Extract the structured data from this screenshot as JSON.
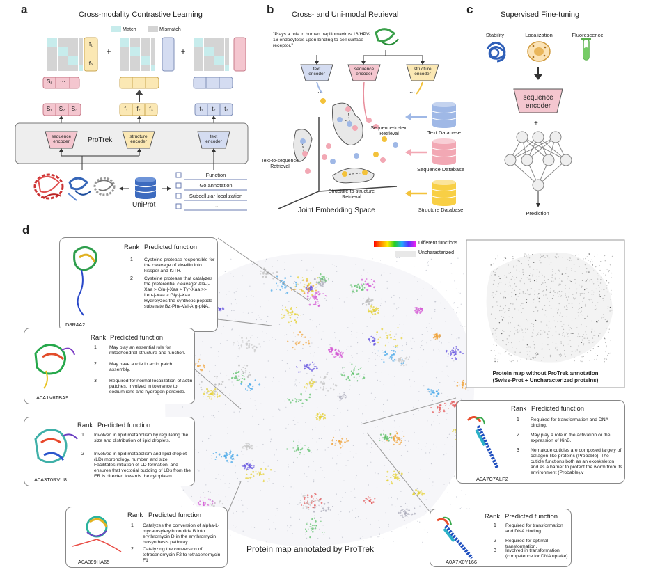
{
  "panels": {
    "a": {
      "label": "a",
      "title": "Cross-modality Contrastive Learning",
      "legend_match": "Match",
      "legend_mismatch": "Mismatch",
      "model_name": "ProTrek",
      "seq_encoder": [
        "sequence",
        "encoder"
      ],
      "struct_encoder": [
        "structure",
        "encoder"
      ],
      "text_encoder": [
        "text",
        "encoder"
      ],
      "seq_tokens": [
        "S₁",
        "S₂",
        "S₃"
      ],
      "struct_tokens": [
        "f₁",
        "f₂",
        "f₃"
      ],
      "text_tokens": [
        "t₁",
        "t₂",
        "t₃"
      ],
      "seq_row": [
        "S₁",
        "···"
      ],
      "f_col": [
        "f₁",
        "⋮",
        "fₙ"
      ],
      "plus": "+",
      "database": "UniProt",
      "annotations": [
        "Function",
        "Go annotation",
        "Subcellular localization",
        "···"
      ]
    },
    "b": {
      "label": "b",
      "title": "Cross- and Uni-modal Retrieval",
      "query": "\"Plays a role in human papillomavirus 16/HPV-16 endocytosis upon binding to cell surface receptor.\"",
      "text_encoder": [
        "text",
        "encoder"
      ],
      "seq_encoder": [
        "sequence",
        "encoder"
      ],
      "struct_encoder": [
        "structure",
        "encoder"
      ],
      "ellipsis": "···",
      "retrievals": {
        "seq_to_text": [
          "Sequence-to-text",
          "Retrieval"
        ],
        "text_to_seq": [
          "Text-to-sequence",
          "Retrieval"
        ],
        "struct_to_struct": [
          "Structure-to-structure",
          "Retrieval"
        ]
      },
      "space": "Joint Embedding Space",
      "databases": [
        "Text Database",
        "Sequence Database",
        "Structure Database"
      ]
    },
    "c": {
      "label": "c",
      "title": "Supervised Fine-tuning",
      "tasks": [
        "Stability",
        "Localization",
        "Fluorescence"
      ],
      "encoder": [
        "sequence",
        "encoder"
      ],
      "plus": "+",
      "output": "Prediction"
    },
    "d": {
      "label": "d",
      "legend_colored": "Different functions",
      "legend_gray": "Uncharacterized",
      "main_caption": "Protein  map annotated by ProTrek",
      "inset_caption": [
        "Protein  map without ProTrek annotation",
        "(Swiss-Prot + Uncharacterized proteins)"
      ],
      "rank_label": "Rank",
      "pred_label": "Predicted function",
      "cards": [
        {
          "id": "D8R4A2",
          "rows": [
            {
              "rank": "1",
              "text": "Cysteine protease responsible for the cleavage of kiwellin into kissper and KiTH."
            },
            {
              "rank": "2",
              "text": "Cysteine protease that catalyzes the preferential cleavage: Ala-|-Xaa > Gln-|-Xaa > Tyr-Xaa >> Leu-|-Xaa > Gly-|-Xaa. Hydrolyzes the synthetic peptide substrate Bz-Phe-Val-Arg-pNA."
            }
          ]
        },
        {
          "id": "A0A1V6TBA9",
          "rows": [
            {
              "rank": "1",
              "text": "May play an essential role for mitochondrial structure and function."
            },
            {
              "rank": "2",
              "text": "May have a role in actin patch assembly."
            },
            {
              "rank": "3",
              "text": "Required for normal localization of actin patches. Involved in tolerance to sodium ions and hydrogen peroxide."
            }
          ]
        },
        {
          "id": "A0A3T0RVU8",
          "rows": [
            {
              "rank": "1",
              "text": "Involved in lipid metabolism by regulating the size and distribution of lipid droplets."
            },
            {
              "rank": "2",
              "text": "Involved in lipid metabolism and lipid droplet (LD) morphology, number, and size. Facilitates initiation of LD formation, and ensures that vectorial budding of LDs from the ER is directed towards the cytoplasm."
            }
          ]
        },
        {
          "id": "A0A399HA65",
          "rows": [
            {
              "rank": "1",
              "text": "Catalyzes the conversion of alpha-L-mycarosylerythronolide B into erythromycin D in the erythromycin biosynthesis pathway."
            },
            {
              "rank": "2",
              "text": "Catalyzing the conversion of tetracenomycin F2 to tetracenomycin F1"
            }
          ]
        },
        {
          "id": "A0A7C7ALF2",
          "rows": [
            {
              "rank": "1",
              "text": "Required for transformation and DNA binding."
            },
            {
              "rank": "2",
              "text": "May play a role in the activation or the expression of KinB."
            },
            {
              "rank": "3",
              "text": "Nematode cuticles are composed largely of collagen-like proteins (Probable). The cuticle functions both as an exoskeleton and as a barrier to protect the worm from its environment (Probable).v"
            }
          ]
        },
        {
          "id": "A0A7X0Y166",
          "rows": [
            {
              "rank": "1",
              "text": "Required for transformation and DNA binding."
            },
            {
              "rank": "2",
              "text": "Required for optimal transformation."
            },
            {
              "rank": "3",
              "text": "Involved in transformation (competence for DNA uptake)."
            }
          ]
        }
      ]
    }
  },
  "colors": {
    "seq": "#f4c6cf",
    "seq_border": "#c77b8a",
    "struct": "#fbe8b4",
    "struct_border": "#c9a650",
    "text": "#d4dcf1",
    "text_border": "#7f8fb8",
    "match": "#c7ecec",
    "mismatch": "#d4d4d4",
    "db_blue": "#9fb8e6",
    "db_pink": "#f2a8b4",
    "db_yellow": "#f8cf45",
    "uniprot": "#3d6bbf"
  }
}
